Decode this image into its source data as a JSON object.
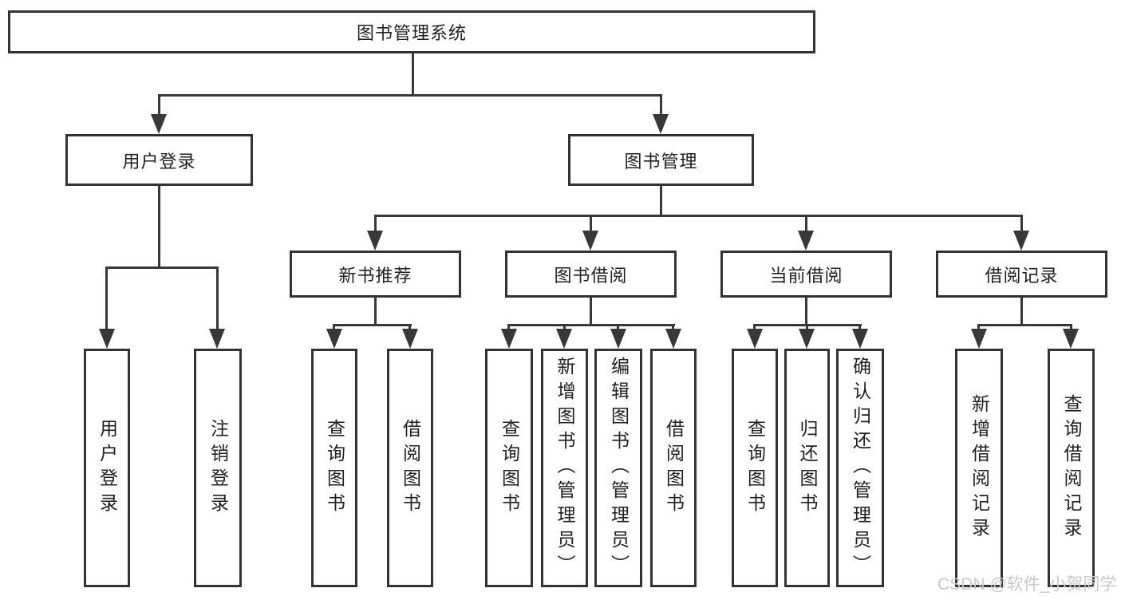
{
  "diagram": {
    "root_label": "图书管理系统",
    "branches": [
      {
        "label": "用户登录",
        "children": [
          {
            "label": "用户登录"
          },
          {
            "label": "注销登录"
          }
        ]
      },
      {
        "label": "图书管理",
        "children": [
          {
            "label": "新书推荐",
            "children": [
              {
                "label": "查询图书"
              },
              {
                "label": "借阅图书"
              }
            ]
          },
          {
            "label": "图书借阅",
            "children": [
              {
                "label": "查询图书"
              },
              {
                "label": "新增图书（管理员）"
              },
              {
                "label": "编辑图书（管理员）"
              },
              {
                "label": "借阅图书"
              }
            ]
          },
          {
            "label": "当前借阅",
            "children": [
              {
                "label": "查询图书"
              },
              {
                "label": "归还图书"
              },
              {
                "label": "确认归还（管理员）"
              }
            ]
          },
          {
            "label": "借阅记录",
            "children": [
              {
                "label": "新增借阅记录"
              },
              {
                "label": "查询借阅记录"
              }
            ]
          }
        ]
      }
    ]
  },
  "watermark": {
    "text": "CSDN @软件_小贺同学"
  },
  "colors": {
    "line": "#383838",
    "border": "#333333",
    "text": "#212121",
    "background": "#ffffff",
    "watermark": "#c9c9c9"
  }
}
